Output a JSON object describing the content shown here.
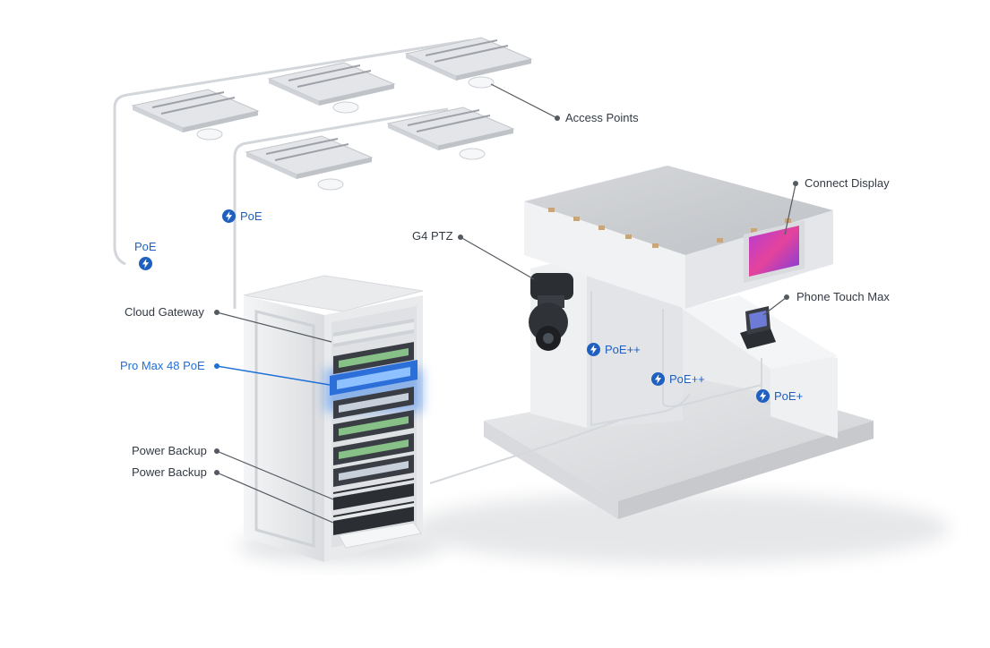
{
  "labels": {
    "access_points": "Access Points",
    "connect_display": "Connect Display",
    "g4_ptz": "G4 PTZ",
    "phone_touch_max": "Phone Touch Max",
    "cloud_gateway": "Cloud Gateway",
    "pro_max_48_poe": "Pro Max 48 PoE",
    "power_backup_1": "Power Backup",
    "power_backup_2": "Power Backup"
  },
  "poe": {
    "upper_link": "PoE",
    "left_link": "PoE",
    "camera_link": "PoE++",
    "display_link": "PoE++",
    "phone_link": "PoE+"
  },
  "colors": {
    "accent": "#1f6fd6",
    "poe_blue": "#1f5fbf",
    "cable": "#c9ccd1",
    "callout_line": "#555a60"
  },
  "icons": {
    "poe_badge": "lightning-bolt-icon"
  }
}
